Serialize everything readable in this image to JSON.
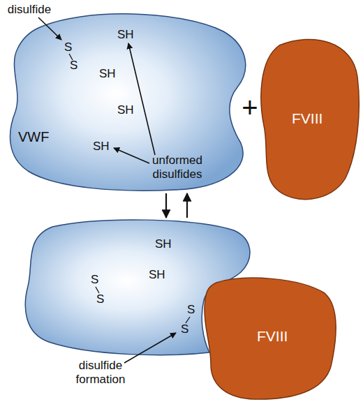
{
  "diagram": {
    "nodes": [
      {
        "text": [
          "S",
          "S",
          "SH",
          "SH",
          "SH",
          "SH",
          "VWF"
        ]
      },
      {
        "text": [
          "FVIII"
        ]
      },
      {
        "text": [
          "SH",
          "S",
          "S",
          "SH",
          "S",
          "S"
        ]
      },
      {
        "text": [
          "FVIII"
        ]
      }
    ],
    "edges": [
      {
        "from": 0,
        "to": 2,
        "arrow": "to"
      },
      {
        "from": 2,
        "to": 0,
        "arrow": "to"
      }
    ],
    "labels": [
      "disulfide",
      "unformed disulfides",
      "+",
      "disulfide formation"
    ]
  }
}
